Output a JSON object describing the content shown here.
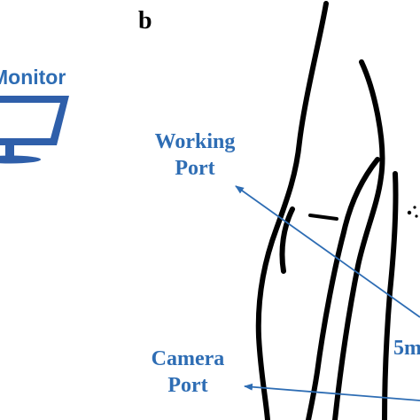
{
  "panel_letter": "b",
  "monitor": {
    "label": "Monitor"
  },
  "ports": {
    "working_line1": "Working",
    "working_line2": "Port",
    "camera_line1": "Camera",
    "camera_line2": "Port"
  },
  "size_label": "5m",
  "colors": {
    "label": "#2e6db4",
    "arrow": "#2e6db4",
    "sketch": "#000000",
    "monitor_blue": "#2f5faa",
    "monitor_screen": "#ffffff"
  }
}
